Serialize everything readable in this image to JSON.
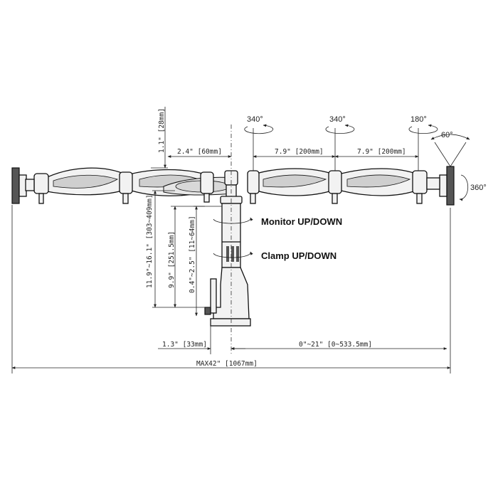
{
  "rotations": {
    "left": "340°",
    "middle": "340°",
    "right": "180°",
    "tilt": "60°",
    "swivel": "360°"
  },
  "dimensions": {
    "top_offset": "1.1\" [28mm]",
    "inner_arm": "2.4\" [60mm]",
    "arm_segment_1": "7.9\" [200mm]",
    "arm_segment_2": "7.9\" [200mm]",
    "total_height": "11.9\"~16.1\" [303~409mm]",
    "pole_height": "9.9\" [251.5mm]",
    "clamp_range": "0.4\"~2.5\" [11~64mm]",
    "base_offset": "1.3\" [33mm]",
    "reach": "0\"~21\" [0~533.5mm]",
    "max_width": "MAX42\" [1067mm]"
  },
  "labels": {
    "monitor": "Monitor UP/DOWN",
    "clamp": "Clamp UP/DOWN"
  }
}
